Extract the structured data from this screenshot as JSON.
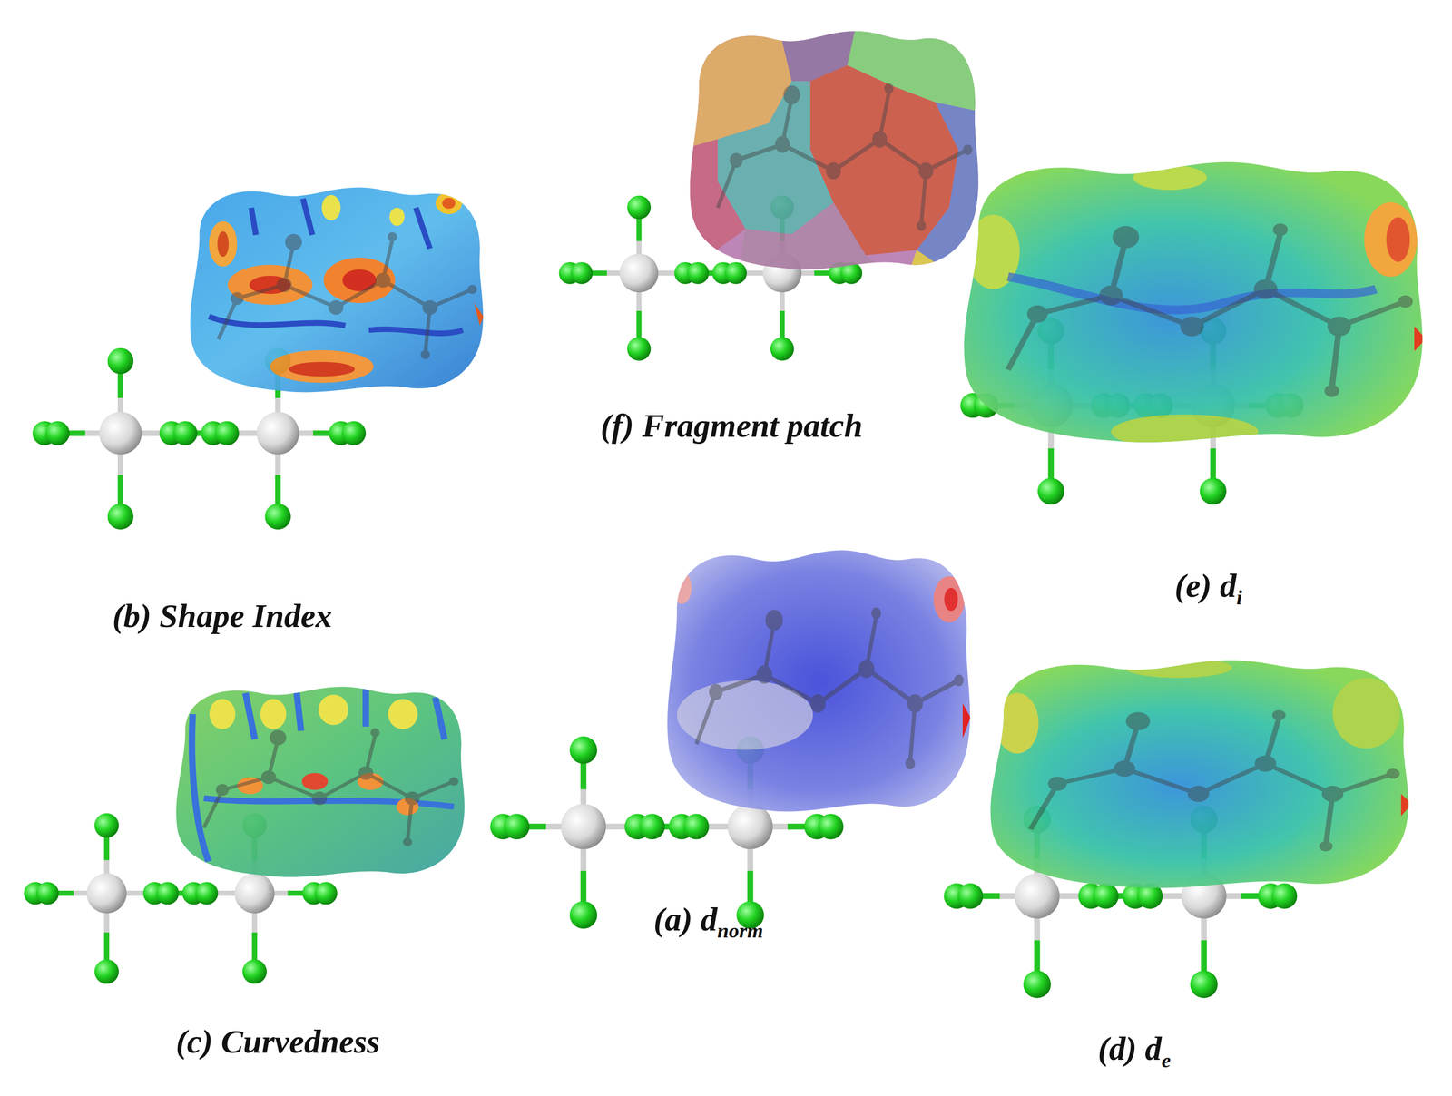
{
  "diagram": {
    "labels": [
      "(b) Shape Index",
      "(f) Fragment patch",
      "(e) d",
      "i",
      "(c) Curvedness",
      "(a) d",
      "norm",
      "(d) d",
      "e"
    ]
  }
}
